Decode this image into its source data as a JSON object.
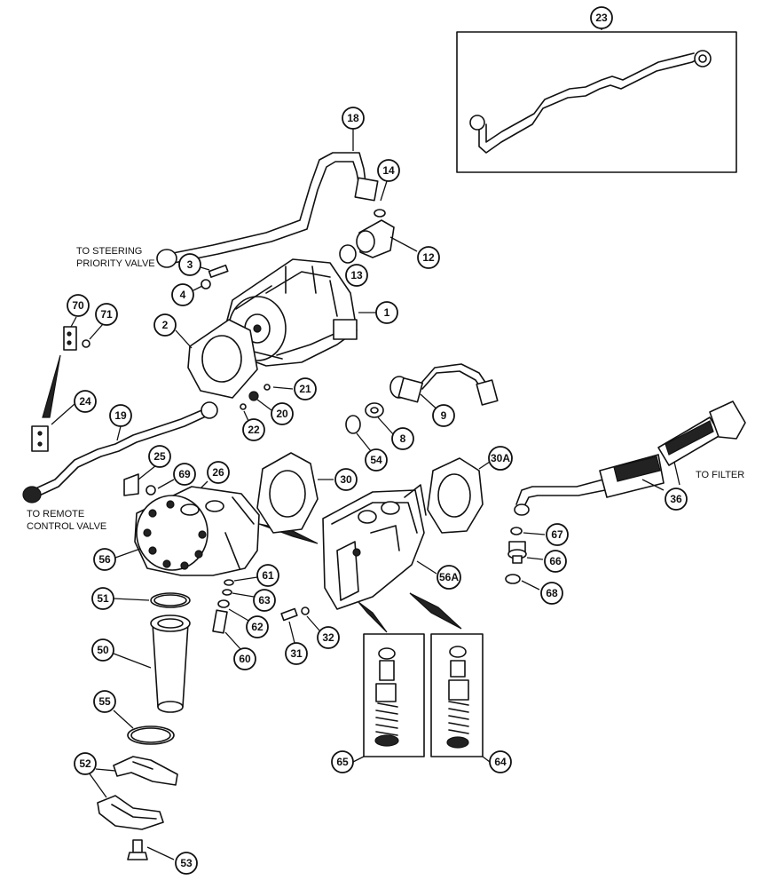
{
  "labels": {
    "to_steering": [
      "TO STEERING",
      "PRIORITY VALVE"
    ],
    "to_remote": [
      "TO REMOTE",
      "CONTROL VALVE"
    ],
    "to_filter": "TO FILTER"
  },
  "callouts": [
    {
      "id": "callout-23",
      "text": "23"
    },
    {
      "id": "callout-18",
      "text": "18"
    },
    {
      "id": "callout-14",
      "text": "14"
    },
    {
      "id": "callout-12",
      "text": "12"
    },
    {
      "id": "callout-13",
      "text": "13"
    },
    {
      "id": "callout-3",
      "text": "3"
    },
    {
      "id": "callout-4",
      "text": "4"
    },
    {
      "id": "callout-1",
      "text": "1"
    },
    {
      "id": "callout-70",
      "text": "70"
    },
    {
      "id": "callout-71",
      "text": "71"
    },
    {
      "id": "callout-2",
      "text": "2"
    },
    {
      "id": "callout-21",
      "text": "21"
    },
    {
      "id": "callout-20",
      "text": "20"
    },
    {
      "id": "callout-22",
      "text": "22"
    },
    {
      "id": "callout-9",
      "text": "9"
    },
    {
      "id": "callout-8",
      "text": "8"
    },
    {
      "id": "callout-54",
      "text": "54"
    },
    {
      "id": "callout-24",
      "text": "24"
    },
    {
      "id": "callout-19",
      "text": "19"
    },
    {
      "id": "callout-25",
      "text": "25"
    },
    {
      "id": "callout-26",
      "text": "26"
    },
    {
      "id": "callout-69",
      "text": "69"
    },
    {
      "id": "callout-30",
      "text": "30"
    },
    {
      "id": "callout-30a",
      "text": "30A"
    },
    {
      "id": "callout-36",
      "text": "36"
    },
    {
      "id": "callout-67",
      "text": "67"
    },
    {
      "id": "callout-66",
      "text": "66"
    },
    {
      "id": "callout-68",
      "text": "68"
    },
    {
      "id": "callout-56",
      "text": "56"
    },
    {
      "id": "callout-56a",
      "text": "56A"
    },
    {
      "id": "callout-61",
      "text": "61"
    },
    {
      "id": "callout-63",
      "text": "63"
    },
    {
      "id": "callout-62",
      "text": "62"
    },
    {
      "id": "callout-60",
      "text": "60"
    },
    {
      "id": "callout-31",
      "text": "31"
    },
    {
      "id": "callout-32",
      "text": "32"
    },
    {
      "id": "callout-51",
      "text": "51"
    },
    {
      "id": "callout-50",
      "text": "50"
    },
    {
      "id": "callout-55",
      "text": "55"
    },
    {
      "id": "callout-52",
      "text": "52"
    },
    {
      "id": "callout-53",
      "text": "53"
    },
    {
      "id": "callout-65",
      "text": "65"
    },
    {
      "id": "callout-64",
      "text": "64"
    }
  ]
}
